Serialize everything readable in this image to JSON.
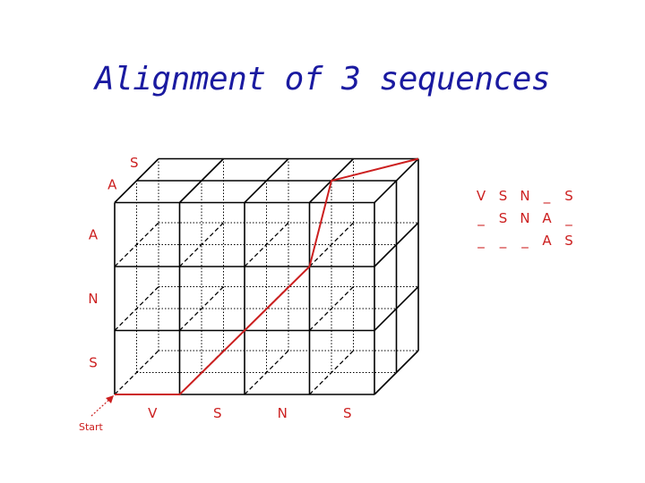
{
  "title": "Alignment of 3 sequences",
  "sequences": {
    "x_axis_labels": [
      "V",
      "S",
      "N",
      "S"
    ],
    "y_axis_labels": [
      "S",
      "N",
      "A"
    ],
    "z_axis_labels": [
      "A",
      "S"
    ]
  },
  "start_label": "Start",
  "alignment": {
    "rows": [
      [
        "V",
        "S",
        "N",
        "_",
        "S"
      ],
      [
        "_",
        "S",
        "N",
        "A",
        "_"
      ],
      [
        "_",
        "_",
        "_",
        "A",
        "S"
      ]
    ]
  },
  "colors": {
    "title": "#1a1aa0",
    "path": "#cc1f1f",
    "grid": "#000000"
  }
}
